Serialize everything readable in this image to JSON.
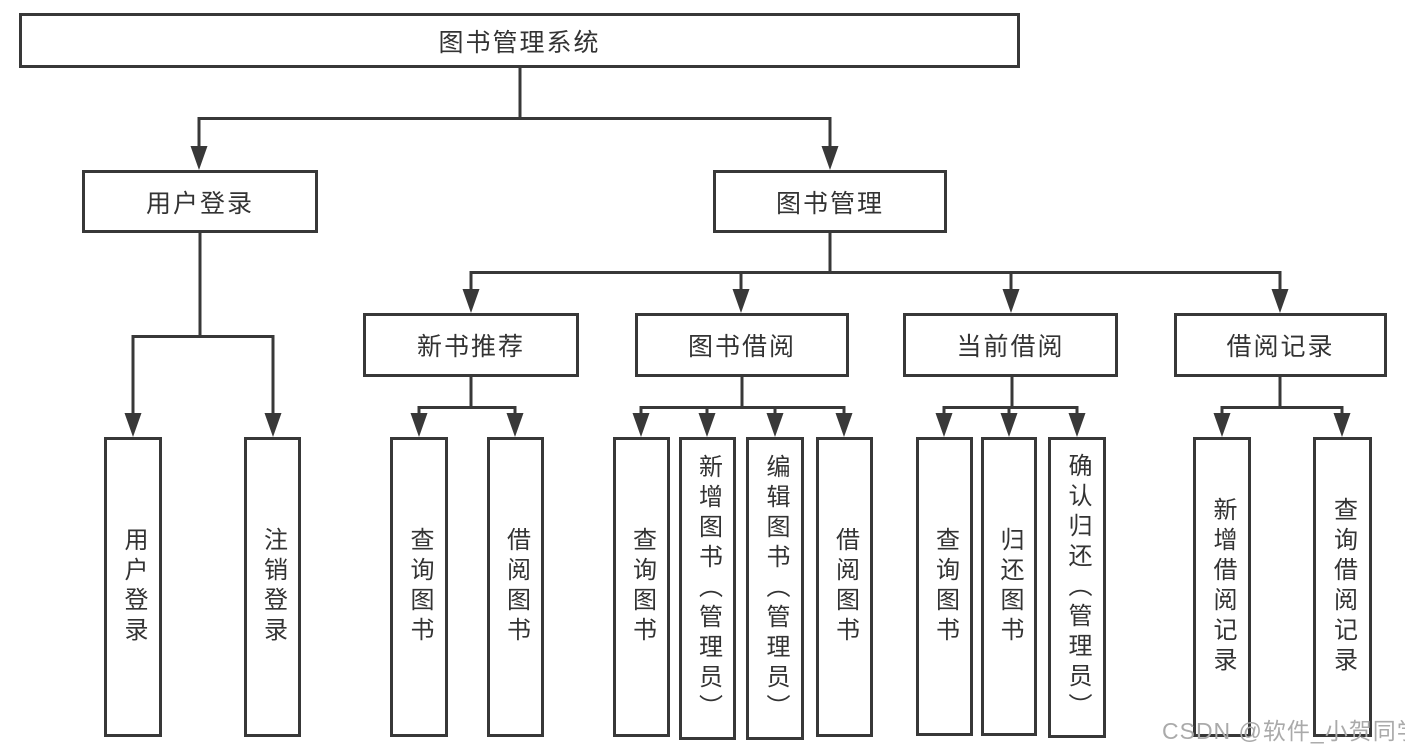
{
  "diagram": {
    "type": "functional-structure-tree",
    "colors": {
      "line": "#383838",
      "box_border": "#383838",
      "box_fill": "#ffffff",
      "text": "#333333",
      "watermark": "#aaaaaa",
      "background": "#ffffff"
    },
    "tree": {
      "label": "图书管理系统",
      "children": [
        {
          "label": "用户登录",
          "children": [
            {
              "label": "用户登录"
            },
            {
              "label": "注销登录"
            }
          ]
        },
        {
          "label": "图书管理",
          "children": [
            {
              "label": "新书推荐",
              "children": [
                {
                  "label": "查询图书"
                },
                {
                  "label": "借阅图书"
                }
              ]
            },
            {
              "label": "图书借阅",
              "children": [
                {
                  "label": "查询图书"
                },
                {
                  "label": "新增图书（管理员）"
                },
                {
                  "label": "编辑图书（管理员）"
                },
                {
                  "label": "借阅图书"
                }
              ]
            },
            {
              "label": "当前借阅",
              "children": [
                {
                  "label": "查询图书"
                },
                {
                  "label": "归还图书"
                },
                {
                  "label": "确认归还（管理员）"
                }
              ]
            },
            {
              "label": "借阅记录",
              "children": [
                {
                  "label": "新增借阅记录"
                },
                {
                  "label": "查询借阅记录"
                }
              ]
            }
          ]
        }
      ]
    },
    "watermark": {
      "text": "CSDN @软件_小贺同学"
    }
  }
}
